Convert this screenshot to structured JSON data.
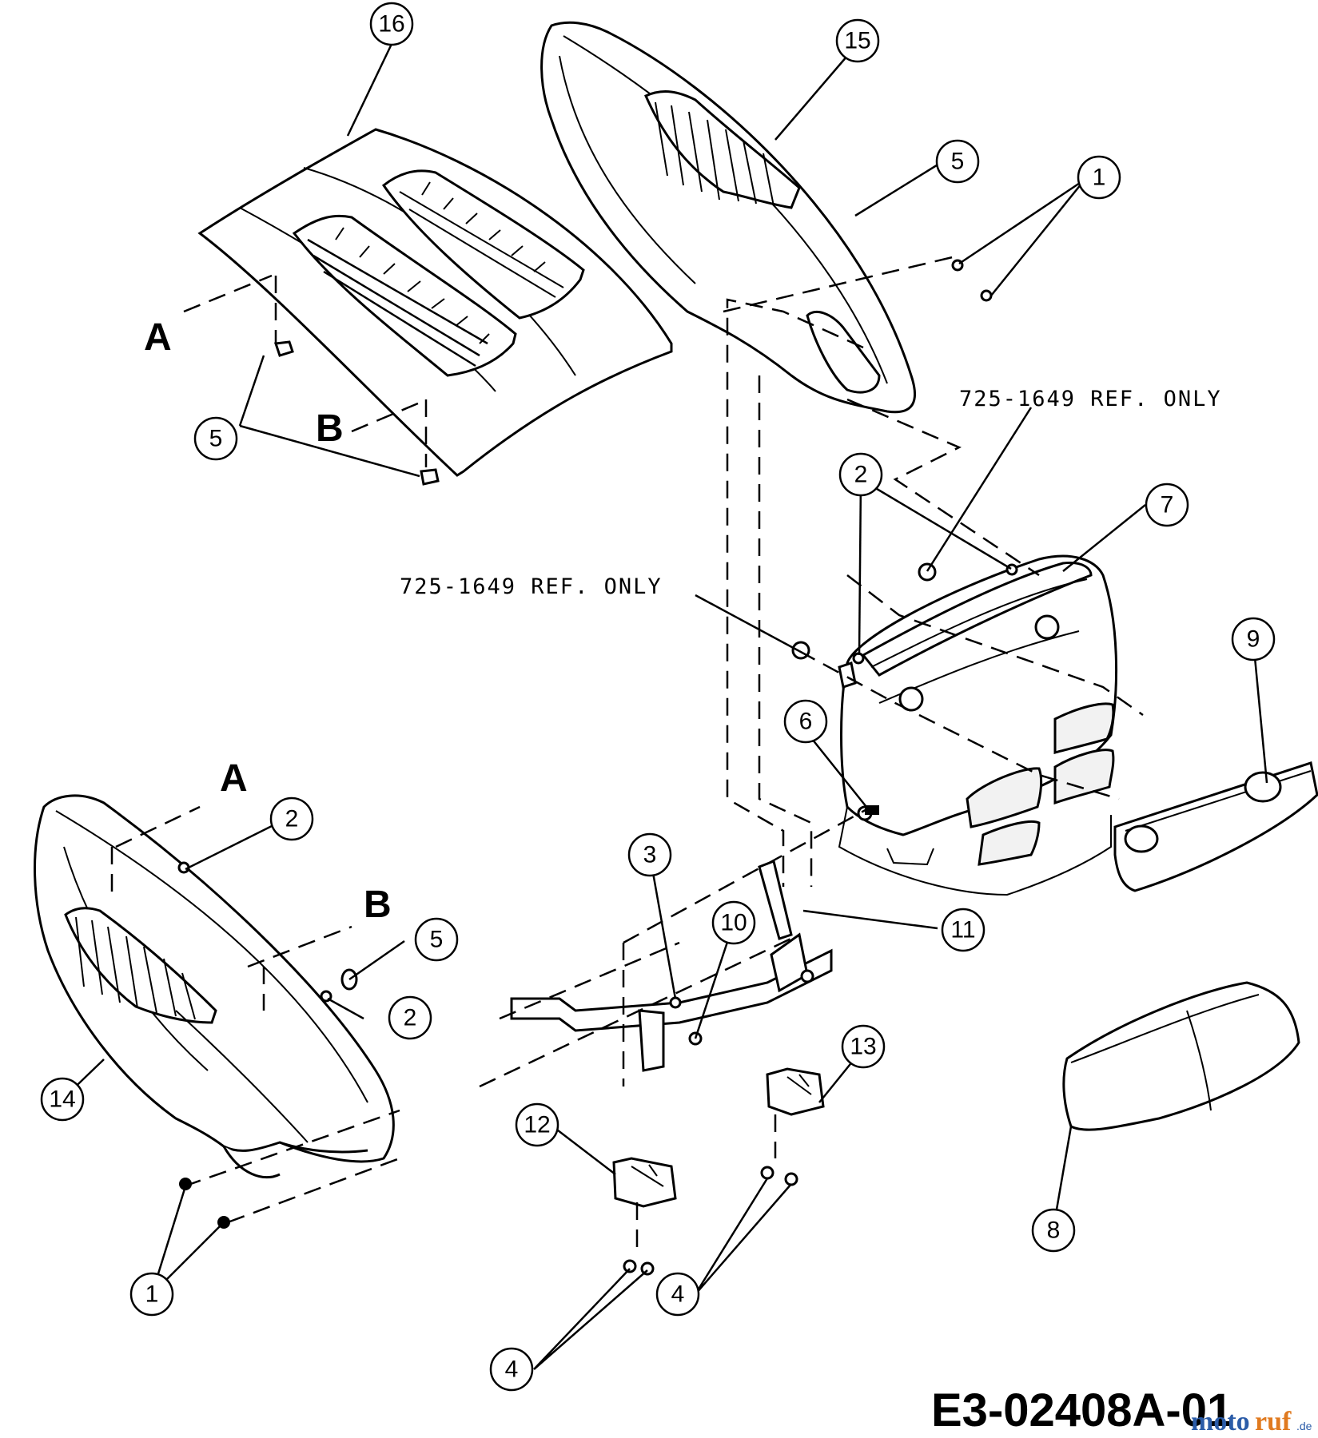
{
  "diagram": {
    "code": "E3-02408A-01",
    "ref_note": "725-1649 REF. ONLY",
    "letter_a": "A",
    "letter_b": "B",
    "watermark": {
      "part1": "moto",
      "part2": "ruf",
      "suffix": ".de"
    },
    "callouts": [
      "16",
      "15",
      "5",
      "1",
      "5",
      "2",
      "7",
      "9",
      "6",
      "2",
      "5",
      "2",
      "3",
      "10",
      "11",
      "14",
      "13",
      "12",
      "8",
      "4",
      "4",
      "1"
    ]
  }
}
